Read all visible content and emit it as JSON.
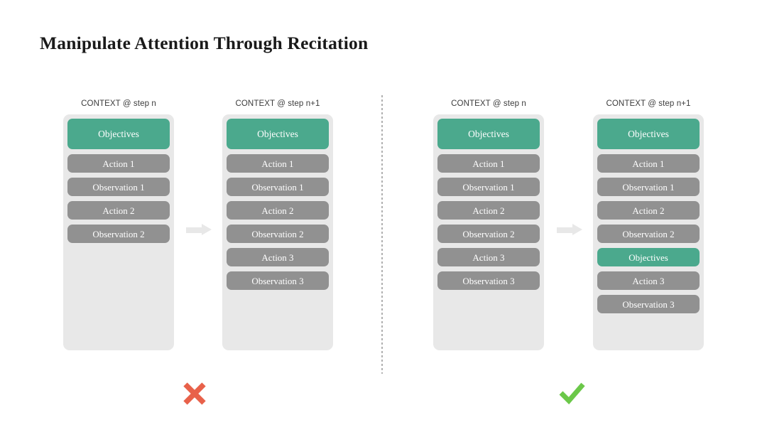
{
  "slide": {
    "title": "Manipulate Attention Through Recitation",
    "background_color": "#ffffff"
  },
  "palette": {
    "objective_color": "#4BA98D",
    "step_color": "#919191",
    "panel_color": "#e8e8e8",
    "cross_color": "#E8614A",
    "check_color": "#6BC849",
    "divider_color": "#b0b0b0"
  },
  "columns": [
    {
      "id": "left-before",
      "header": "CONTEXT @ step n",
      "blocks": [
        {
          "label": "Objectives",
          "kind": "objectives"
        },
        {
          "label": "Action 1",
          "kind": "step"
        },
        {
          "label": "Observation 1",
          "kind": "step"
        },
        {
          "label": "Action 2",
          "kind": "step"
        },
        {
          "label": "Observation 2",
          "kind": "step"
        }
      ]
    },
    {
      "id": "left-after",
      "header": "CONTEXT @ step n+1",
      "blocks": [
        {
          "label": "Objectives",
          "kind": "objectives"
        },
        {
          "label": "Action 1",
          "kind": "step"
        },
        {
          "label": "Observation 1",
          "kind": "step"
        },
        {
          "label": "Action 2",
          "kind": "step"
        },
        {
          "label": "Observation 2",
          "kind": "step"
        },
        {
          "label": "Action 3",
          "kind": "step"
        },
        {
          "label": "Observation 3",
          "kind": "step"
        }
      ]
    },
    {
      "id": "right-before",
      "header": "CONTEXT @ step n",
      "blocks": [
        {
          "label": "Objectives",
          "kind": "objectives"
        },
        {
          "label": "Action 1",
          "kind": "step"
        },
        {
          "label": "Observation 1",
          "kind": "step"
        },
        {
          "label": "Action 2",
          "kind": "step"
        },
        {
          "label": "Observation 2",
          "kind": "step"
        },
        {
          "label": "Action 3",
          "kind": "step"
        },
        {
          "label": "Observation 3",
          "kind": "step"
        }
      ]
    },
    {
      "id": "right-after",
      "header": "CONTEXT @ step n+1",
      "blocks": [
        {
          "label": "Objectives",
          "kind": "objectives"
        },
        {
          "label": "Action 1",
          "kind": "step"
        },
        {
          "label": "Observation 1",
          "kind": "step"
        },
        {
          "label": "Action 2",
          "kind": "step"
        },
        {
          "label": "Observation 2",
          "kind": "step"
        },
        {
          "label": "Objectives",
          "kind": "objectives-inline"
        },
        {
          "label": "Action 3",
          "kind": "step"
        },
        {
          "label": "Observation 3",
          "kind": "step"
        }
      ]
    }
  ],
  "arrows": [
    {
      "id": "left-arrow",
      "icon": "arrow-right-icon"
    },
    {
      "id": "right-arrow",
      "icon": "arrow-right-icon"
    }
  ],
  "verdicts": [
    {
      "id": "left-verdict",
      "icon": "cross-mark-icon",
      "meaning": "incorrect"
    },
    {
      "id": "right-verdict",
      "icon": "check-mark-icon",
      "meaning": "correct"
    }
  ]
}
